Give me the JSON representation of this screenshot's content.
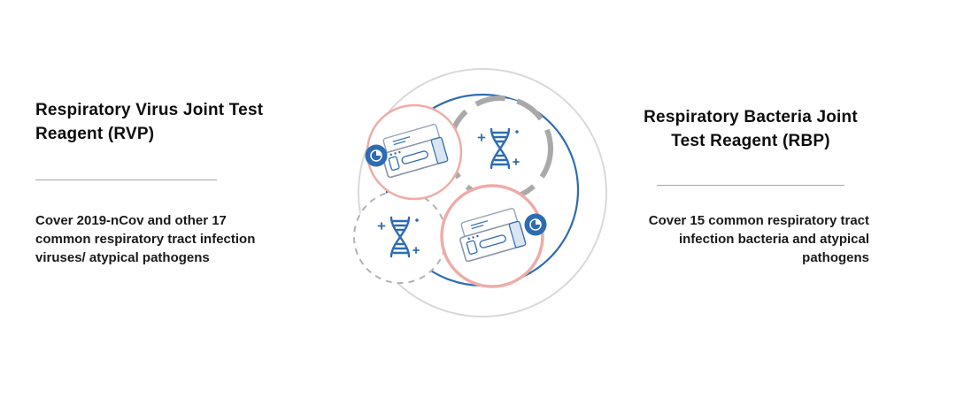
{
  "left_panel": {
    "title": "Respiratory Virus Joint Test Reagent (RVP)",
    "description": "Cover 2019-nCov and other 17 common respiratory tract infection viruses/ atypical pathogens"
  },
  "right_panel": {
    "title": "Respiratory Bacteria Joint Test Reagent (RBP)",
    "description": "Cover 15 common respiratory tract infection bacteria and atypical pathogens"
  },
  "diagram": {
    "description": "Cycle diagram linking two test kit cassettes and two DNA pathogen icons",
    "icons": [
      "test-cassette-icon",
      "dna-icon",
      "pie-badge-icon"
    ],
    "colors": {
      "accent_blue": "#2d6cb3",
      "ring_pink": "#efaca7",
      "ring_gray": "#a9a9a9",
      "dashed_gray": "#b3b3b3",
      "outer_circle_gray": "#d9d9d9"
    }
  }
}
